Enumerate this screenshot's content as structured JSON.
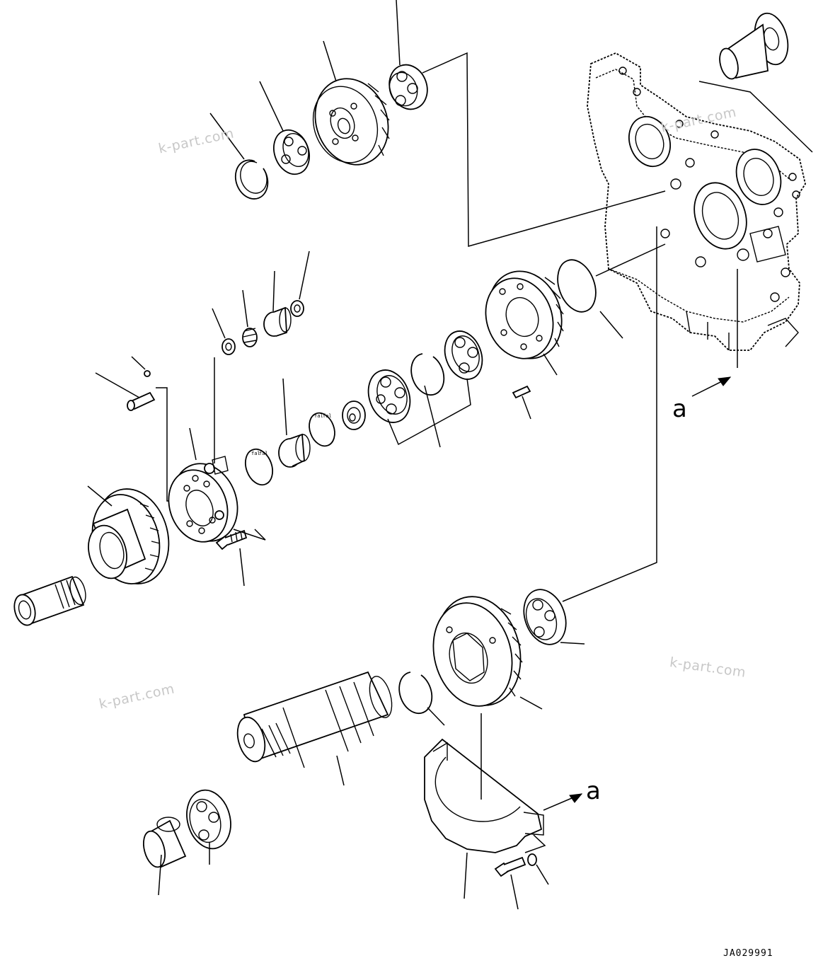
{
  "watermarks": [
    "k-part.com",
    "k-part.com",
    "k-part.com",
    "k-part.com"
  ],
  "view_callouts": [
    "a",
    "a"
  ],
  "drawing_code": "JA029991"
}
